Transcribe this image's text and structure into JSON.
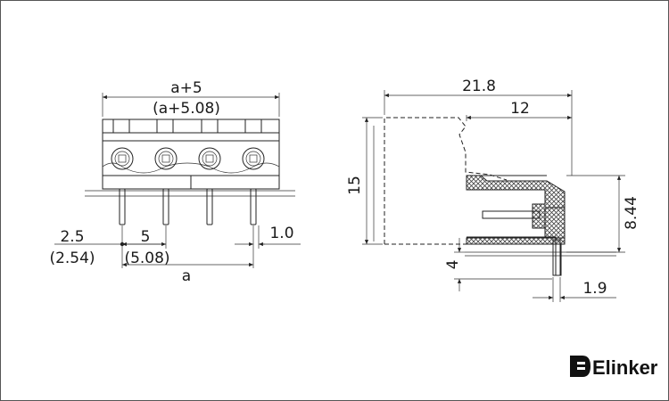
{
  "diagram": {
    "front_view": {
      "overall_width": "a+5",
      "overall_width_alt": "(a+5.08)",
      "edge_offset": "2.5",
      "edge_offset_alt": "(2.54)",
      "pitch": "5",
      "pitch_alt": "(5.08)",
      "pin_width": "1.0",
      "span": "a"
    },
    "side_view": {
      "total_length": "21.8",
      "housing_length": "12",
      "height": "15",
      "pin_height": "8.44",
      "pin_below": "4",
      "pin_thickness": "1.9"
    }
  },
  "brand": {
    "name": "Elinker"
  },
  "colors": {
    "line": "#222222",
    "hatch": "#444444",
    "background": "#ffffff"
  }
}
